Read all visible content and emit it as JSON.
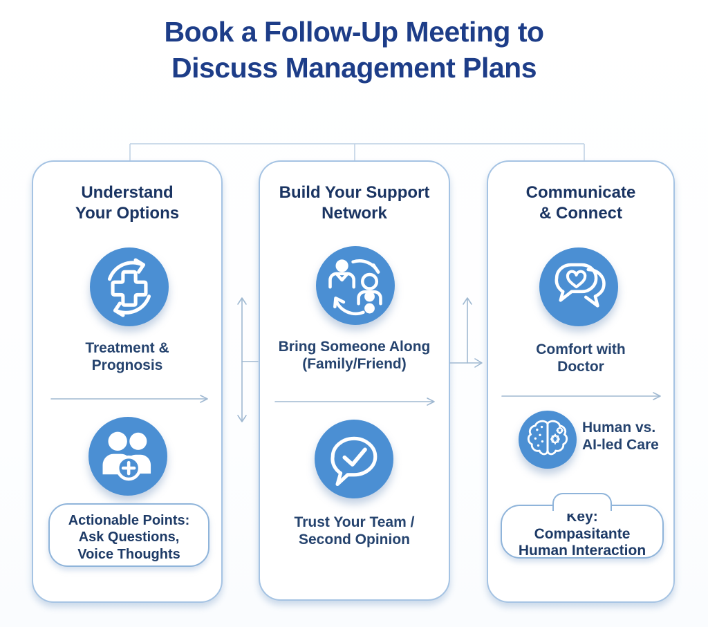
{
  "title": "Book a Follow-Up Meeting to\nDiscuss Management Plans",
  "columns": [
    {
      "heading": "Understand\nYour Options",
      "icon1": "treatment-refresh-icon",
      "caption1": "Treatment &\nPrognosis",
      "icon2": "add-people-icon",
      "callout": "Actionable Points:\nAsk Questions,\nVoice Thoughts"
    },
    {
      "heading": "Build Your Support\nNetwork",
      "icon1": "people-exchange-icon",
      "caption1": "Bring Someone Along\n(Family/Friend)",
      "icon2": "chat-check-icon",
      "caption2": "Trust Your Team /\nSecond Opinion"
    },
    {
      "heading": "Communicate\n& Connect",
      "icon1": "chat-heart-icon",
      "caption1": "Comfort with\nDoctor",
      "icon2": "brain-ai-icon",
      "caption2": "Human vs.\nAI-led Care",
      "callout": "Key:\nCompasitante\nHuman Interaction"
    }
  ],
  "colors": {
    "title_navy": "#1d3d88",
    "heading_navy": "#1a3462",
    "body_navy": "#25436e",
    "icon_blue": "#4b8fd3",
    "card_border": "#a5c3e3",
    "connector_line": "#bccfe3",
    "arrow_line": "#9fb8d1"
  }
}
